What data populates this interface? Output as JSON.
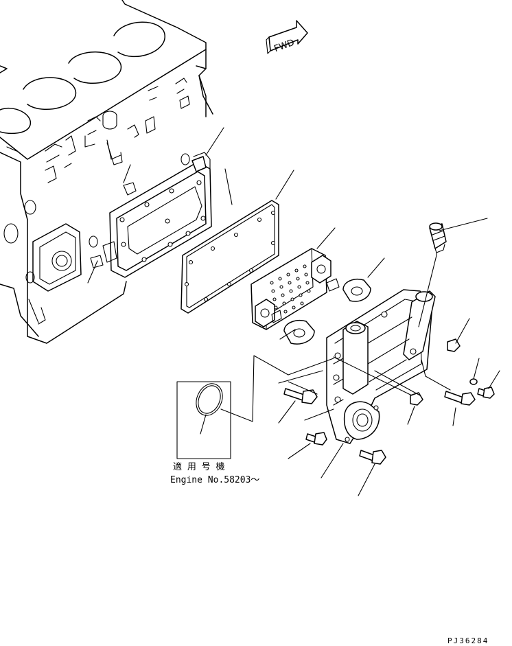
{
  "direction_marker": {
    "label": "FWD"
  },
  "applicability": {
    "title": "適 用 号 機",
    "engine": "Engine No.58203～"
  },
  "drawing_code": "PJ36284"
}
